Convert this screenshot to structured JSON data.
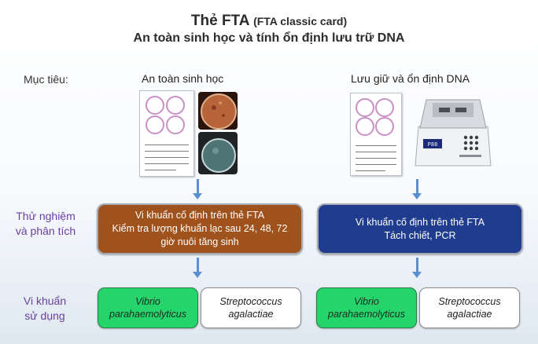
{
  "title": {
    "main": "Thẻ FTA",
    "paren": "(FTA classic card)",
    "subtitle": "An toàn sinh học và tính ổn định lưu trữ DNA"
  },
  "row_labels": {
    "objective": "Mục tiêu:",
    "test_line1": "Thử nghiệm",
    "test_line2": "và phân tích",
    "bacteria_line1": "Vi khuẩn",
    "bacteria_line2": "sử dụng"
  },
  "left": {
    "heading": "An toàn sinh học",
    "process": [
      "Vi khuẩn cố định trên thẻ FTA",
      "Kiểm tra lượng khuẩn lạc sau 24, 48, 72",
      "giờ nuôi tăng sinh"
    ],
    "bacteria_green": [
      "Vibrio",
      "parahaemolyticus"
    ],
    "bacteria_white": [
      "Streptococcus",
      "agalactiae"
    ]
  },
  "right": {
    "heading": "Lưu giữ và ổn định DNA",
    "process": [
      "Vi khuẩn cố định trên thẻ FTA",
      "Tách chiết, PCR"
    ],
    "bacteria_green": [
      "Vibrio",
      "parahaemolyticus"
    ],
    "bacteria_white": [
      "Streptococcus",
      "agalactiae"
    ]
  },
  "colors": {
    "brown_box": "#a0521c",
    "blue_box": "#1f3c8f",
    "green_box": "#26d46c",
    "row_label": "#6a3fa0",
    "arrow": "#5b8fd4"
  },
  "icons": {
    "fta_card": "fta-card-icon",
    "petri_dish": "petri-dish-image",
    "pcr_machine": "pcr-machine-image"
  }
}
